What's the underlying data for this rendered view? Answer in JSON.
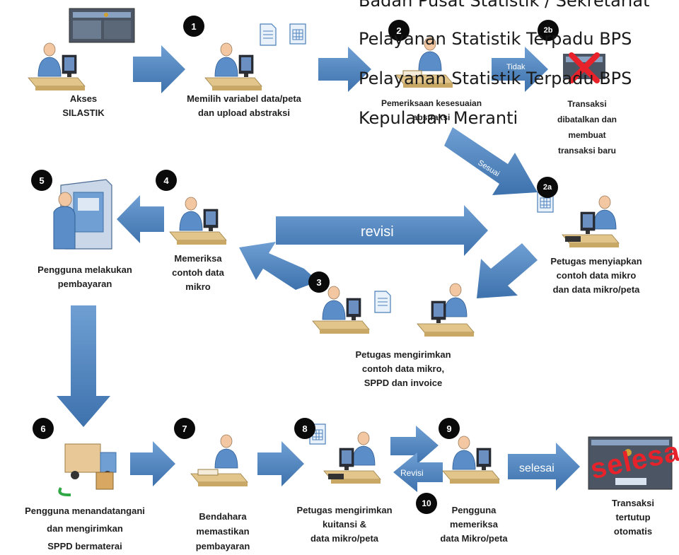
{
  "header": {
    "line1": "Badan Pusat Statistik / Sekretariat",
    "line2": "Pelayanan Statistik Terpadu BPS",
    "line3": "Pelayanan Statistik Terpadu BPS",
    "line4": "Kepulauan Meranti"
  },
  "steps": {
    "akses": {
      "label": "Akses\nSILASTIK"
    },
    "s1": {
      "number": "1",
      "label": "Memilih variabel data/peta\ndan upload abstraksi"
    },
    "s2": {
      "number": "2",
      "label": "Pemeriksaan kesesuaian\nabstraksi"
    },
    "s2b": {
      "number": "2b",
      "label": "Transaksi\ndibatalkan dan\nmembuat\ntransaksi baru"
    },
    "s2a": {
      "number": "2a",
      "label": "Petugas menyiapkan\ncontoh data mikro\ndan data mikro/peta"
    },
    "s3": {
      "number": "3",
      "label": "Petugas mengirimkan\ncontoh data mikro,\nSPPD dan invoice"
    },
    "s4": {
      "number": "4",
      "label": "Memeriksa\ncontoh data\nmikro"
    },
    "s5": {
      "number": "5",
      "label": "Pengguna melakukan\npembayaran"
    },
    "s6": {
      "number": "6",
      "label": "Pengguna menandatangani\ndan mengirimkan\nSPPD bermaterai"
    },
    "s7": {
      "number": "7",
      "label": "Bendahara\nmemastikan\npembayaran"
    },
    "s8": {
      "number": "8",
      "label": "Petugas mengirimkan\nkuitansi &\ndata mikro/peta"
    },
    "s9": {
      "number": "9",
      "label": "Pengguna\nmemeriksa\ndata Mikro/peta"
    },
    "s10": {
      "number": "10"
    },
    "final": {
      "label": "Transaksi\ntertutup\notomatis",
      "stamp": "selesai"
    }
  },
  "arrows": {
    "tidak": "Tidak",
    "sesuai": "Sesuai",
    "revisi_top": "revisi",
    "revisi_bottom": "Revisi",
    "selesai": "selesai"
  },
  "colors": {
    "arrow": "#4a7fb8",
    "person_body": "#5b8dc9",
    "person_skin": "#f2c7a1",
    "desk": "#e2c58a",
    "stamp": "#e8222a",
    "cross": "#e8222a"
  }
}
